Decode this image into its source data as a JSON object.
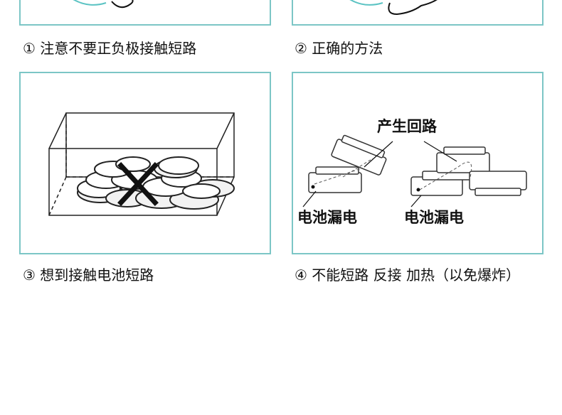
{
  "panels": [
    {
      "caption": "① 注意不要正负极接触短路"
    },
    {
      "caption": "② 正确的方法"
    },
    {
      "caption": "③ 想到接触电池短路"
    },
    {
      "caption": "④ 不能短路  反接  加热（以免爆炸）"
    }
  ],
  "diagram4": {
    "top_label": "产生回路",
    "left_label": "电池漏电",
    "right_label": "电池漏电"
  },
  "colors": {
    "panel_border": "#7cc6c6"
  },
  "icons": [
    "cross-mark-icon"
  ]
}
